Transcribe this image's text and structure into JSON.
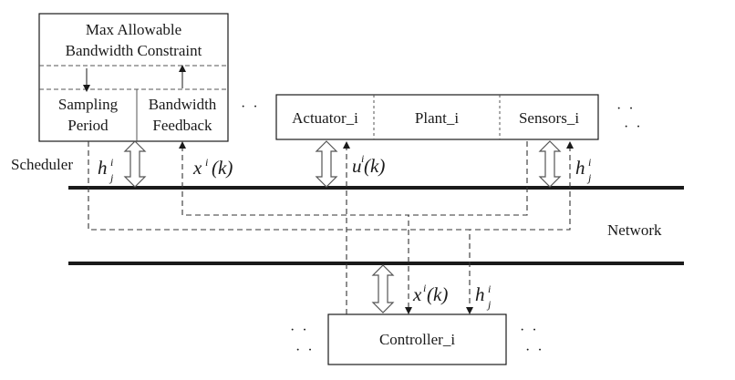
{
  "scheduler_block": {
    "title_line1": "Max Allowable",
    "title_line2": "Bandwidth Constraint",
    "cell_left_line1": "Sampling",
    "cell_left_line2": "Period",
    "cell_right_line1": "Bandwidth",
    "cell_right_line2": "Feedback"
  },
  "plant_block": {
    "actuator": "Actuator_i",
    "plant": "Plant_i",
    "sensors": "Sensors_i"
  },
  "controller_block": {
    "label": "Controller_i"
  },
  "labels": {
    "scheduler": "Scheduler",
    "network": "Network",
    "h": "h",
    "h_sup": "i",
    "h_sub": "j",
    "x": "x",
    "x_sup": "i",
    "x_arg": "(k)",
    "u": "u",
    "u_sup": "i",
    "u_arg": "(k)"
  },
  "ellipsis": {
    "horizontal": "· ·",
    "vertical": "·\n·"
  },
  "colors": {
    "stroke": "#1a1a1a",
    "dashed": "#333333",
    "hollow_arrow": "#555555",
    "background": "#ffffff"
  }
}
